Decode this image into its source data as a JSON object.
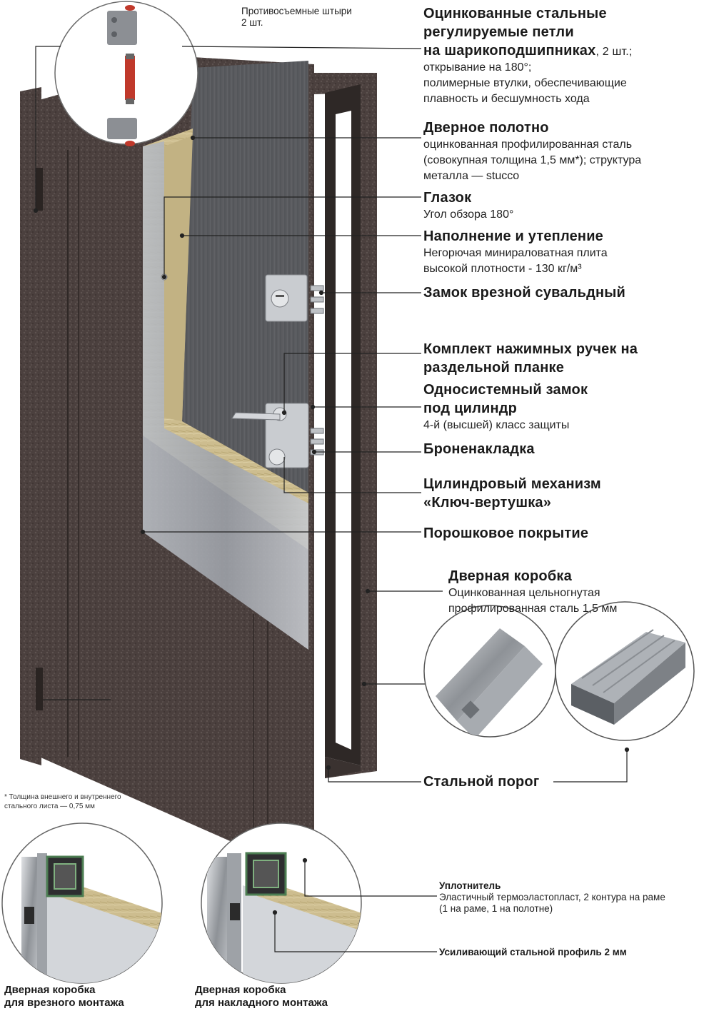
{
  "colors": {
    "accent": "#6b3a2b",
    "leader_line": "#222222",
    "insulation": "#c9b98a",
    "door_steel": "#4a3f3d",
    "frame_steel": "#8a8d92"
  },
  "hinge_callout": {
    "title": "Противосъемные штыри",
    "count": "2 шт."
  },
  "labels": [
    {
      "id": "hinges",
      "title_lines": [
        "Оцинкованные стальные",
        "регулируемые петли"
      ],
      "title_tail": "на шарикоподшипниках",
      "title_tail_suffix": ", 2 шт.;",
      "desc_lines": [
        "открывание на 180°;",
        "полимерные втулки, обеспечивающие",
        "плавность и бесшумность хода"
      ]
    },
    {
      "id": "leaf",
      "title_lines": [
        "Дверное полотно"
      ],
      "desc_lines": [
        "оцинкованная профилированная сталь",
        "(совокупная толщина 1,5 мм*); структура",
        "металла — stucco"
      ]
    },
    {
      "id": "peephole",
      "title_lines": [
        "Глазок"
      ],
      "desc_lines": [
        "Угол обзора 180°"
      ]
    },
    {
      "id": "filling",
      "title_lines": [
        "Наполнение и утепление"
      ],
      "desc_lines": [
        "Негорючая минираловатная плита",
        "высокой плотности - 130 кг/м³"
      ]
    },
    {
      "id": "lever_lock",
      "title_lines": [
        "Замок врезной сувальдный"
      ],
      "desc_lines": []
    },
    {
      "id": "handles",
      "title_lines": [
        "Комплект нажимных ручек на",
        "раздельной планке"
      ],
      "desc_lines": []
    },
    {
      "id": "cyl_lock",
      "title_lines": [
        "Односистемный замок",
        "под цилиндр"
      ],
      "desc_lines": [
        "4-й (высшей) класс защиты"
      ]
    },
    {
      "id": "armor",
      "title_lines": [
        "Броненакладка"
      ],
      "desc_lines": []
    },
    {
      "id": "cylinder",
      "title_lines": [
        "Цилиндровый механизм",
        "«Ключ-вертушка»"
      ],
      "desc_lines": []
    },
    {
      "id": "powder",
      "title_lines": [
        "Порошковое покрытие"
      ],
      "desc_lines": []
    },
    {
      "id": "frame",
      "title_lines": [
        "Дверная коробка"
      ],
      "desc_lines": [
        "Оцинкованная цельногнутая",
        "профилированная сталь 1,5 мм"
      ]
    },
    {
      "id": "threshold",
      "title_lines": [
        "Стальной порог"
      ],
      "desc_lines": []
    }
  ],
  "footnote": [
    "* Толщина внешнего и внутреннего",
    "стального листа — 0,75 мм"
  ],
  "seal": {
    "title": "Уплотнитель",
    "desc_lines": [
      "Эластичный термоэластопласт, 2 контура на раме",
      "(1 на раме, 1 на полотне)"
    ]
  },
  "profile": {
    "title": "Усиливающий стальной профиль 2 мм"
  },
  "captions": [
    {
      "id": "mortise",
      "lines": [
        "Дверная коробка",
        "для врезного монтажа"
      ]
    },
    {
      "id": "overlay",
      "lines": [
        "Дверная коробка",
        "для накладного монтажа"
      ]
    }
  ]
}
